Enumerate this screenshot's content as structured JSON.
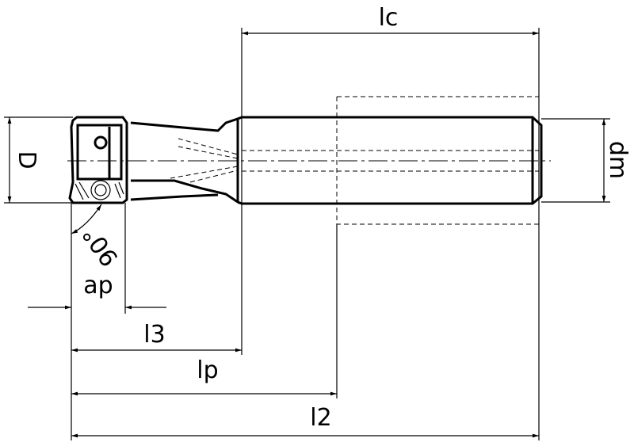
{
  "labels": {
    "lc": "lc",
    "D": "D",
    "dm": "dm",
    "angle": "90°",
    "ap": "ap",
    "l3": "l3",
    "lp": "lp",
    "l2": "l2"
  }
}
